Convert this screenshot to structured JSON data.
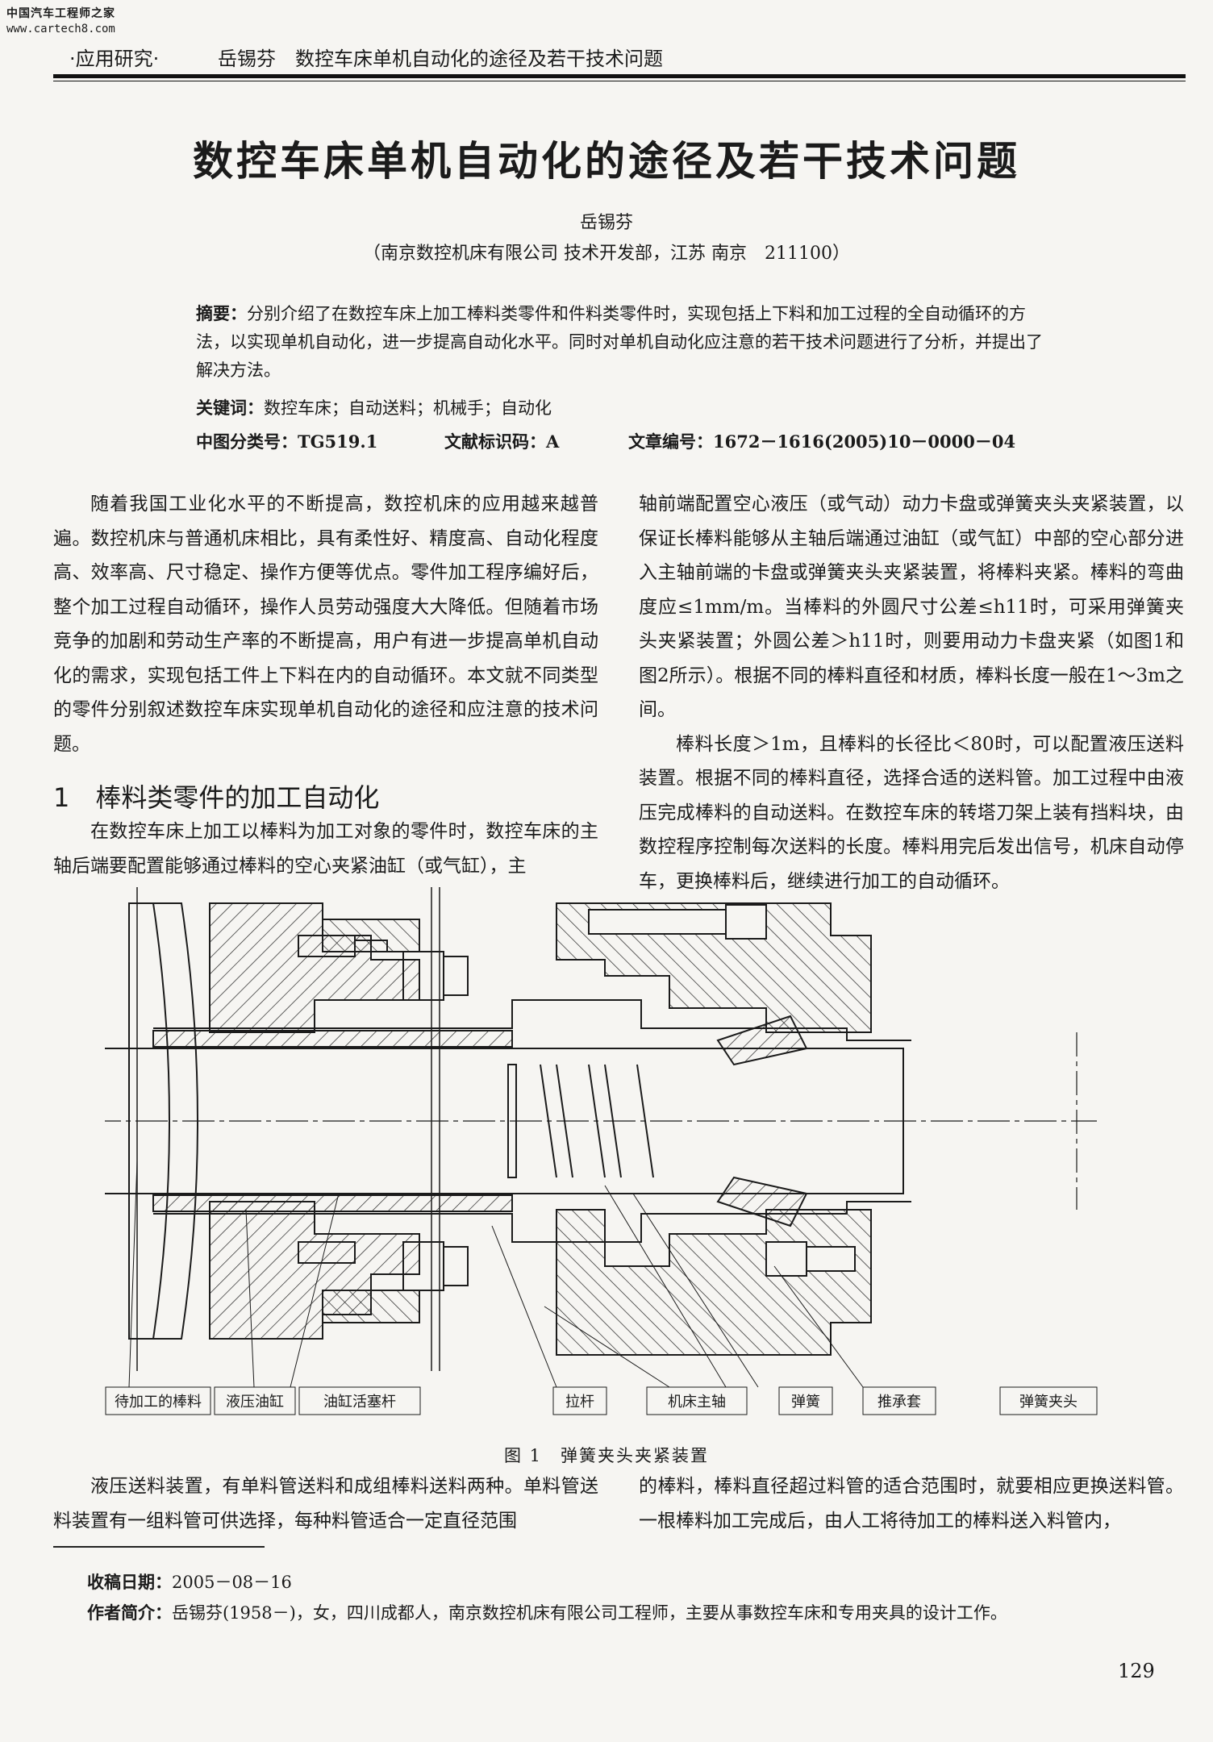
{
  "watermark": {
    "site_name": "中国汽车工程师之家",
    "url": "www.cartech8.com"
  },
  "header": {
    "section": "·应用研究·",
    "running_title": "岳锡芬　数控车床单机自动化的途径及若干技术问题"
  },
  "title": "数控车床单机自动化的途径及若干技术问题",
  "author": "岳锡芬",
  "affiliation": "（南京数控机床有限公司 技术开发部，江苏 南京　211100）",
  "abstract": {
    "label": "摘要：",
    "text": "分别介绍了在数控车床上加工棒料类零件和件料类零件时，实现包括上下料和加工过程的全自动循环的方法，以实现单机自动化，进一步提高自动化水平。同时对单机自动化应注意的若干技术问题进行了分析，并提出了解决方法。"
  },
  "keywords": {
    "label": "关键词：",
    "text": "数控车床；自动送料；机械手；自动化"
  },
  "classification": {
    "clc": "中图分类号：TG519.1",
    "doc_code": "文献标识码：A",
    "article_no": "文章编号：1672－1616(2005)10－0000－04"
  },
  "body": {
    "left_p1": "随着我国工业化水平的不断提高，数控机床的应用越来越普遍。数控机床与普通机床相比，具有柔性好、精度高、自动化程度高、效率高、尺寸稳定、操作方便等优点。零件加工程序编好后，整个加工过程自动循环，操作人员劳动强度大大降低。但随着市场竞争的加剧和劳动生产率的不断提高，用户有进一步提高单机自动化的需求，实现包括工件上下料在内的自动循环。本文就不同类型的零件分别叙述数控车床实现单机自动化的途径和应注意的技术问题。",
    "section_heading": "1　棒料类零件的加工自动化",
    "left_p2": "在数控车床上加工以棒料为加工对象的零件时，数控车床的主轴后端要配置能够通过棒料的空心夹紧油缸（或气缸），主",
    "right_p1": "轴前端配置空心液压（或气动）动力卡盘或弹簧夹头夹紧装置，以保证长棒料能够从主轴后端通过油缸（或气缸）中部的空心部分进入主轴前端的卡盘或弹簧夹头夹紧装置，将棒料夹紧。棒料的弯曲度应≤1mm/m。当棒料的外圆尺寸公差≤h11时，可采用弹簧夹头夹紧装置；外圆公差＞h11时，则要用动力卡盘夹紧（如图1和图2所示）。根据不同的棒料直径和材质，棒料长度一般在1～3m之间。",
    "right_p2": "棒料长度＞1m，且棒料的长径比＜80时，可以配置液压送料装置。根据不同的棒料直径，选择合适的送料管。加工过程中由液压完成棒料的自动送料。在数控车床的转塔刀架上装有挡料块，由数控程序控制每次送料的长度。棒料用完后发出信号，机床自动停车，更换棒料后，继续进行加工的自动循环。",
    "left_p3": "液压送料装置，有单料管送料和成组棒料送料两种。单料管送料装置有一组料管可供选择，每种料管适合一定直径范围",
    "right_p3": "的棒料，棒料直径超过料管的适合范围时，就要相应更换送料管。一根棒料加工完成后，由人工将待加工的棒料送入料管内，"
  },
  "figure": {
    "caption": "图 1　弹簧夹头夹紧装置",
    "labels": [
      "待加工的棒料",
      "液压油缸",
      "油缸活塞杆",
      "拉杆",
      "机床主轴",
      "弹簧",
      "推承套",
      "弹簧夹头"
    ]
  },
  "footnotes": {
    "received_label": "收稿日期：",
    "received": "2005－08－16",
    "bio_label": "作者简介：",
    "bio": "岳锡芬(1958－)，女，四川成都人，南京数控机床有限公司工程师，主要从事数控车床和专用夹具的设计工作。"
  },
  "page_number": "129",
  "colors": {
    "ink": "#1b1b1b",
    "paper": "#f6f5f2"
  }
}
